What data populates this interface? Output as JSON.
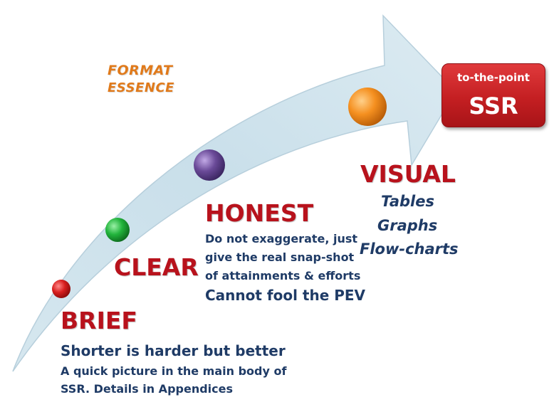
{
  "header": {
    "format_line1": "FORMAT",
    "format_line2": "ESSENCE"
  },
  "stages": [
    {
      "title": "BRIEF",
      "color": "#c81f1f",
      "lines": [
        "Shorter is harder but better"
      ],
      "small_lines": [
        "A quick picture in the main body of",
        "SSR. Details in Appendices"
      ]
    },
    {
      "title": "CLEAR",
      "color": "#1fae3a"
    },
    {
      "title": "HONEST",
      "color": "#5c3f8a",
      "lines": [
        "Do not exaggerate, just",
        "give the real snap-shot",
        "of attainments & efforts"
      ],
      "emphasis": "Cannot fool the PEV"
    },
    {
      "title": "VISUAL",
      "color": "#f08a1c",
      "items": [
        "Tables",
        "Graphs",
        "Flow-charts"
      ]
    }
  ],
  "goal": {
    "small": "to-the-point",
    "big": "SSR",
    "color": "#c41f22"
  }
}
